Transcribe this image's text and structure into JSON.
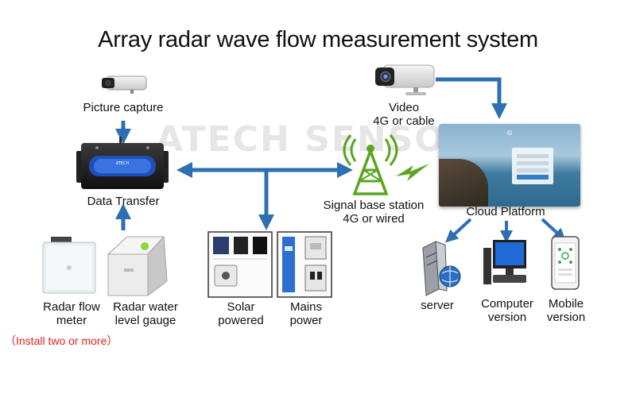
{
  "title": "Array radar wave flow measurement system",
  "watermark": "ATECH SENSOR",
  "nodes": {
    "picture_capture": "Picture capture",
    "data_transfer": "Data Transfer",
    "video": "Video\n4G or cable",
    "signal_station": "Signal base station\n4G or wired",
    "cloud_platform": "Cloud Platform",
    "radar_flow": "Radar flow\nmeter",
    "radar_water": "Radar water\nlevel gauge",
    "install_note": "（Install two or more）",
    "solar": "Solar\npowered",
    "mains": "Mains\npower",
    "server": "server",
    "computer": "Computer\nversion",
    "mobile": "Mobile\nversion"
  },
  "colors": {
    "arrow": "#2e6fb3",
    "note": "#e2231a",
    "signal": "#5aa51f"
  }
}
